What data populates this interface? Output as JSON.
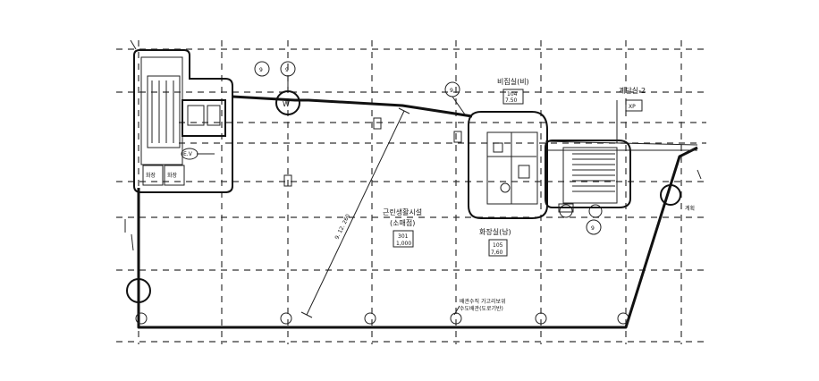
{
  "labels": {
    "room_top_center": "비집실(비)",
    "room_top_center_code": "104",
    "room_top_center_area": "7.50",
    "stair_top_right": "계단실-2",
    "stair_top_right_code": "XP",
    "main_space": "근린생활시설",
    "main_space_sub": "(소매점)",
    "main_space_code": "301",
    "main_space_area": "1,000",
    "restroom": "화장실(남)",
    "restroom_code": "105",
    "restroom_area": "7,60",
    "dimension": "9. 12. 260",
    "note_line1": "배관수직 가고리보위",
    "note_line2": "수도배관(도로기반)",
    "right_marker": "계획",
    "core_wc_a": "화장",
    "core_wc_b": "화장",
    "elevator_tag": "E.V",
    "axis_tag_1": "9",
    "axis_tag_2": "9",
    "axis_tag_3": "9",
    "axis_tag_4": "9",
    "axis_big": "W"
  }
}
